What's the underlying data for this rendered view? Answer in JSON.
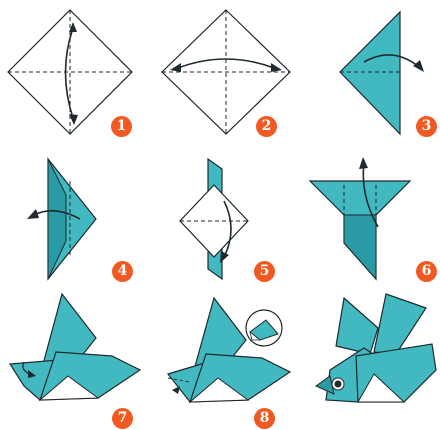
{
  "colors": {
    "paper_front": "#ffffff",
    "paper_back": "#42b8c0",
    "paper_shade": "#2a9aa5",
    "outline": "#1e2a2e",
    "badge": "#f05a22"
  },
  "steps": [
    {
      "number": "1",
      "action": "fold-vertical"
    },
    {
      "number": "2",
      "action": "fold-horizontal"
    },
    {
      "number": "3",
      "action": "fold-right"
    },
    {
      "number": "4",
      "action": "fold-left"
    },
    {
      "number": "5",
      "action": "fold-down"
    },
    {
      "number": "6",
      "action": "fold-up"
    },
    {
      "number": "7",
      "action": "shape-head"
    },
    {
      "number": "8",
      "action": "fold-beak"
    }
  ],
  "final_figure": {
    "subject": "origami-bird"
  }
}
